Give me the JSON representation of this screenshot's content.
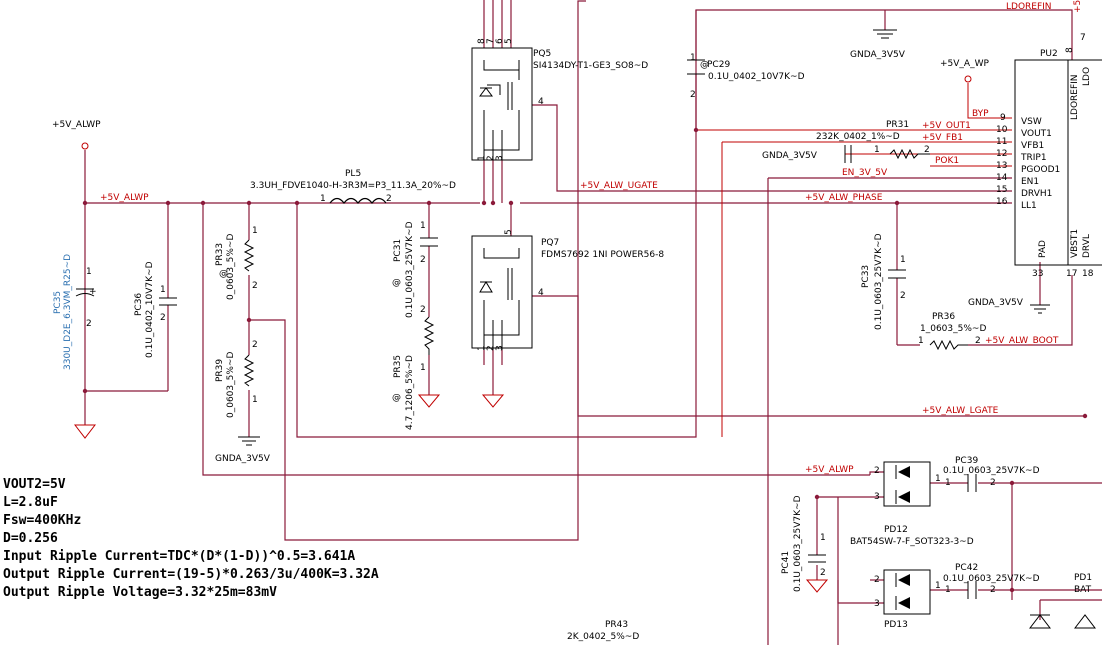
{
  "nets": {
    "ldorefin": "LDOREFIN",
    "p5v_alwp_top": "+5V_ALWP",
    "p5v_alwp_left": "+5V_ALWP",
    "p5v_a_wp": "+5V_A_WP",
    "byp": "BYP",
    "p5v_out1": "+5V_OUT1",
    "p5v_fb1": "+5V_FB1",
    "pok1": "POK1",
    "en_3v_5v": "EN_3V_5V",
    "p5v_alw_ugate": "+5V_ALW_UGATE",
    "p5v_alw_phase": "+5V_ALW_PHASE",
    "p5v_alw_boot": "+5V_ALW_BOOT",
    "p5v_alw_lgate": "+5V_ALW_LGATE",
    "p5v_alwp_bottom": "+5V_ALWP",
    "gnda_top": "GNDA_3V5V",
    "gnda_mid": "GNDA_3V5V",
    "gnda_right": "GNDA_3V5V",
    "gnda_left": "GNDA_3V5V"
  },
  "components": {
    "pq5": {
      "ref": "PQ5",
      "value": "SI4134DY-T1-GE3_SO8~D",
      "pins": [
        "8",
        "7",
        "6",
        "5",
        "4",
        "1",
        "2",
        "3"
      ]
    },
    "pq7": {
      "ref": "PQ7",
      "value": "FDMS7692 1NI POWER56-8",
      "pins": [
        "5",
        "4",
        "1",
        "2",
        "3"
      ]
    },
    "pc29": {
      "ref": "PC29",
      "mark": "@",
      "value": "0.1U_0402_10V7K~D",
      "pin1": "1",
      "pin2": "2"
    },
    "pl5": {
      "ref": "PL5",
      "value": "3.3UH_FDVE1040-H-3R3M=P3_11.3A_20%~D",
      "pin1": "2",
      "pin2": "1"
    },
    "pc35": {
      "ref": "PC35",
      "value": "330U_D2E_6.3VM_R25~D",
      "pin1": "1",
      "pin2": "2",
      "plus": "+"
    },
    "pc36": {
      "ref": "PC36",
      "value": "0.1U_0402_10V7K~D",
      "pin1": "1",
      "pin2": "2"
    },
    "pr33": {
      "ref": "PR33",
      "mark": "@",
      "value": "0_0603_5%~D",
      "pin1": "1",
      "pin2": "2"
    },
    "pr39": {
      "ref": "PR39",
      "value": "0_0603_5%~D",
      "pin1": "1",
      "pin2": "2"
    },
    "pc31": {
      "ref": "PC31",
      "mark": "@",
      "value": "0.1U_0603_25V7K~D",
      "pin1": "1",
      "pin2": "2"
    },
    "pr35": {
      "ref": "PR35",
      "mark": "@",
      "value": "4.7_1206_5%~D",
      "pin1": "1",
      "pin2": "2"
    },
    "pr31": {
      "ref": "PR31",
      "value": "232K_0402_1%~D",
      "pin1": "1",
      "pin2": "2"
    },
    "pc33": {
      "ref": "PC33",
      "value": "0.1U_0603_25V7K~D",
      "pin1": "1",
      "pin2": "2"
    },
    "pr36": {
      "ref": "PR36",
      "value": "1_0603_5%~D",
      "pin1": "1",
      "pin2": "2"
    },
    "pc39": {
      "ref": "PC39",
      "value": "0.1U_0603_25V7K~D",
      "pin1": "1",
      "pin2": "2"
    },
    "pc42": {
      "ref": "PC42",
      "value": "0.1U_0603_25V7K~D",
      "pin1": "1",
      "pin2": "2"
    },
    "pc41": {
      "ref": "PC41",
      "value": "0.1U_0603_25V7K~D",
      "pin1": "1",
      "pin2": "2"
    },
    "pd12": {
      "ref": "PD12",
      "value": "BAT54SW-7-F_SOT323-3~D",
      "pin2": "2",
      "pin3": "3",
      "pin1": "1"
    },
    "pd13": {
      "ref": "PD13",
      "pin2": "2",
      "pin3": "3",
      "pin1": "1"
    },
    "pr43": {
      "ref": "PR43",
      "value": "2K_0402_5%~D"
    },
    "pd1x": {
      "ref": "PD1",
      "value": "BAT"
    }
  },
  "pu2": {
    "ref": "PU2",
    "pins_left": [
      {
        "num": "9",
        "name": "VSW"
      },
      {
        "num": "10",
        "name": "VOUT1"
      },
      {
        "num": "11",
        "name": "VFB1"
      },
      {
        "num": "12",
        "name": "TRIP1"
      },
      {
        "num": "13",
        "name": "PGOOD1"
      },
      {
        "num": "14",
        "name": "EN1"
      },
      {
        "num": "15",
        "name": "DRVH1"
      },
      {
        "num": "16",
        "name": "LL1"
      }
    ],
    "pin_top": "8",
    "pin_top2": "7",
    "ldorefin_label": "LDOREFIN",
    "ldo_label": "LDO",
    "pad_label": "PAD",
    "vbst1_label": "VBST1",
    "drvl_label": "DRVL",
    "pin33": "33",
    "pin17": "17",
    "pin18": "18"
  },
  "notes": [
    "VOUT2=5V",
    "L=2.8uF",
    "Fsw=400KHz",
    "D=0.256",
    "Input Ripple Current=TDC*(D*(1-D))^0.5=3.641A",
    "Output Ripple Current=(19-5)*0.263/3u/400K=3.32A",
    "Output Ripple Voltage=3.32*25m=83mV"
  ],
  "misc": {
    "top_right_fragment": "+5"
  }
}
